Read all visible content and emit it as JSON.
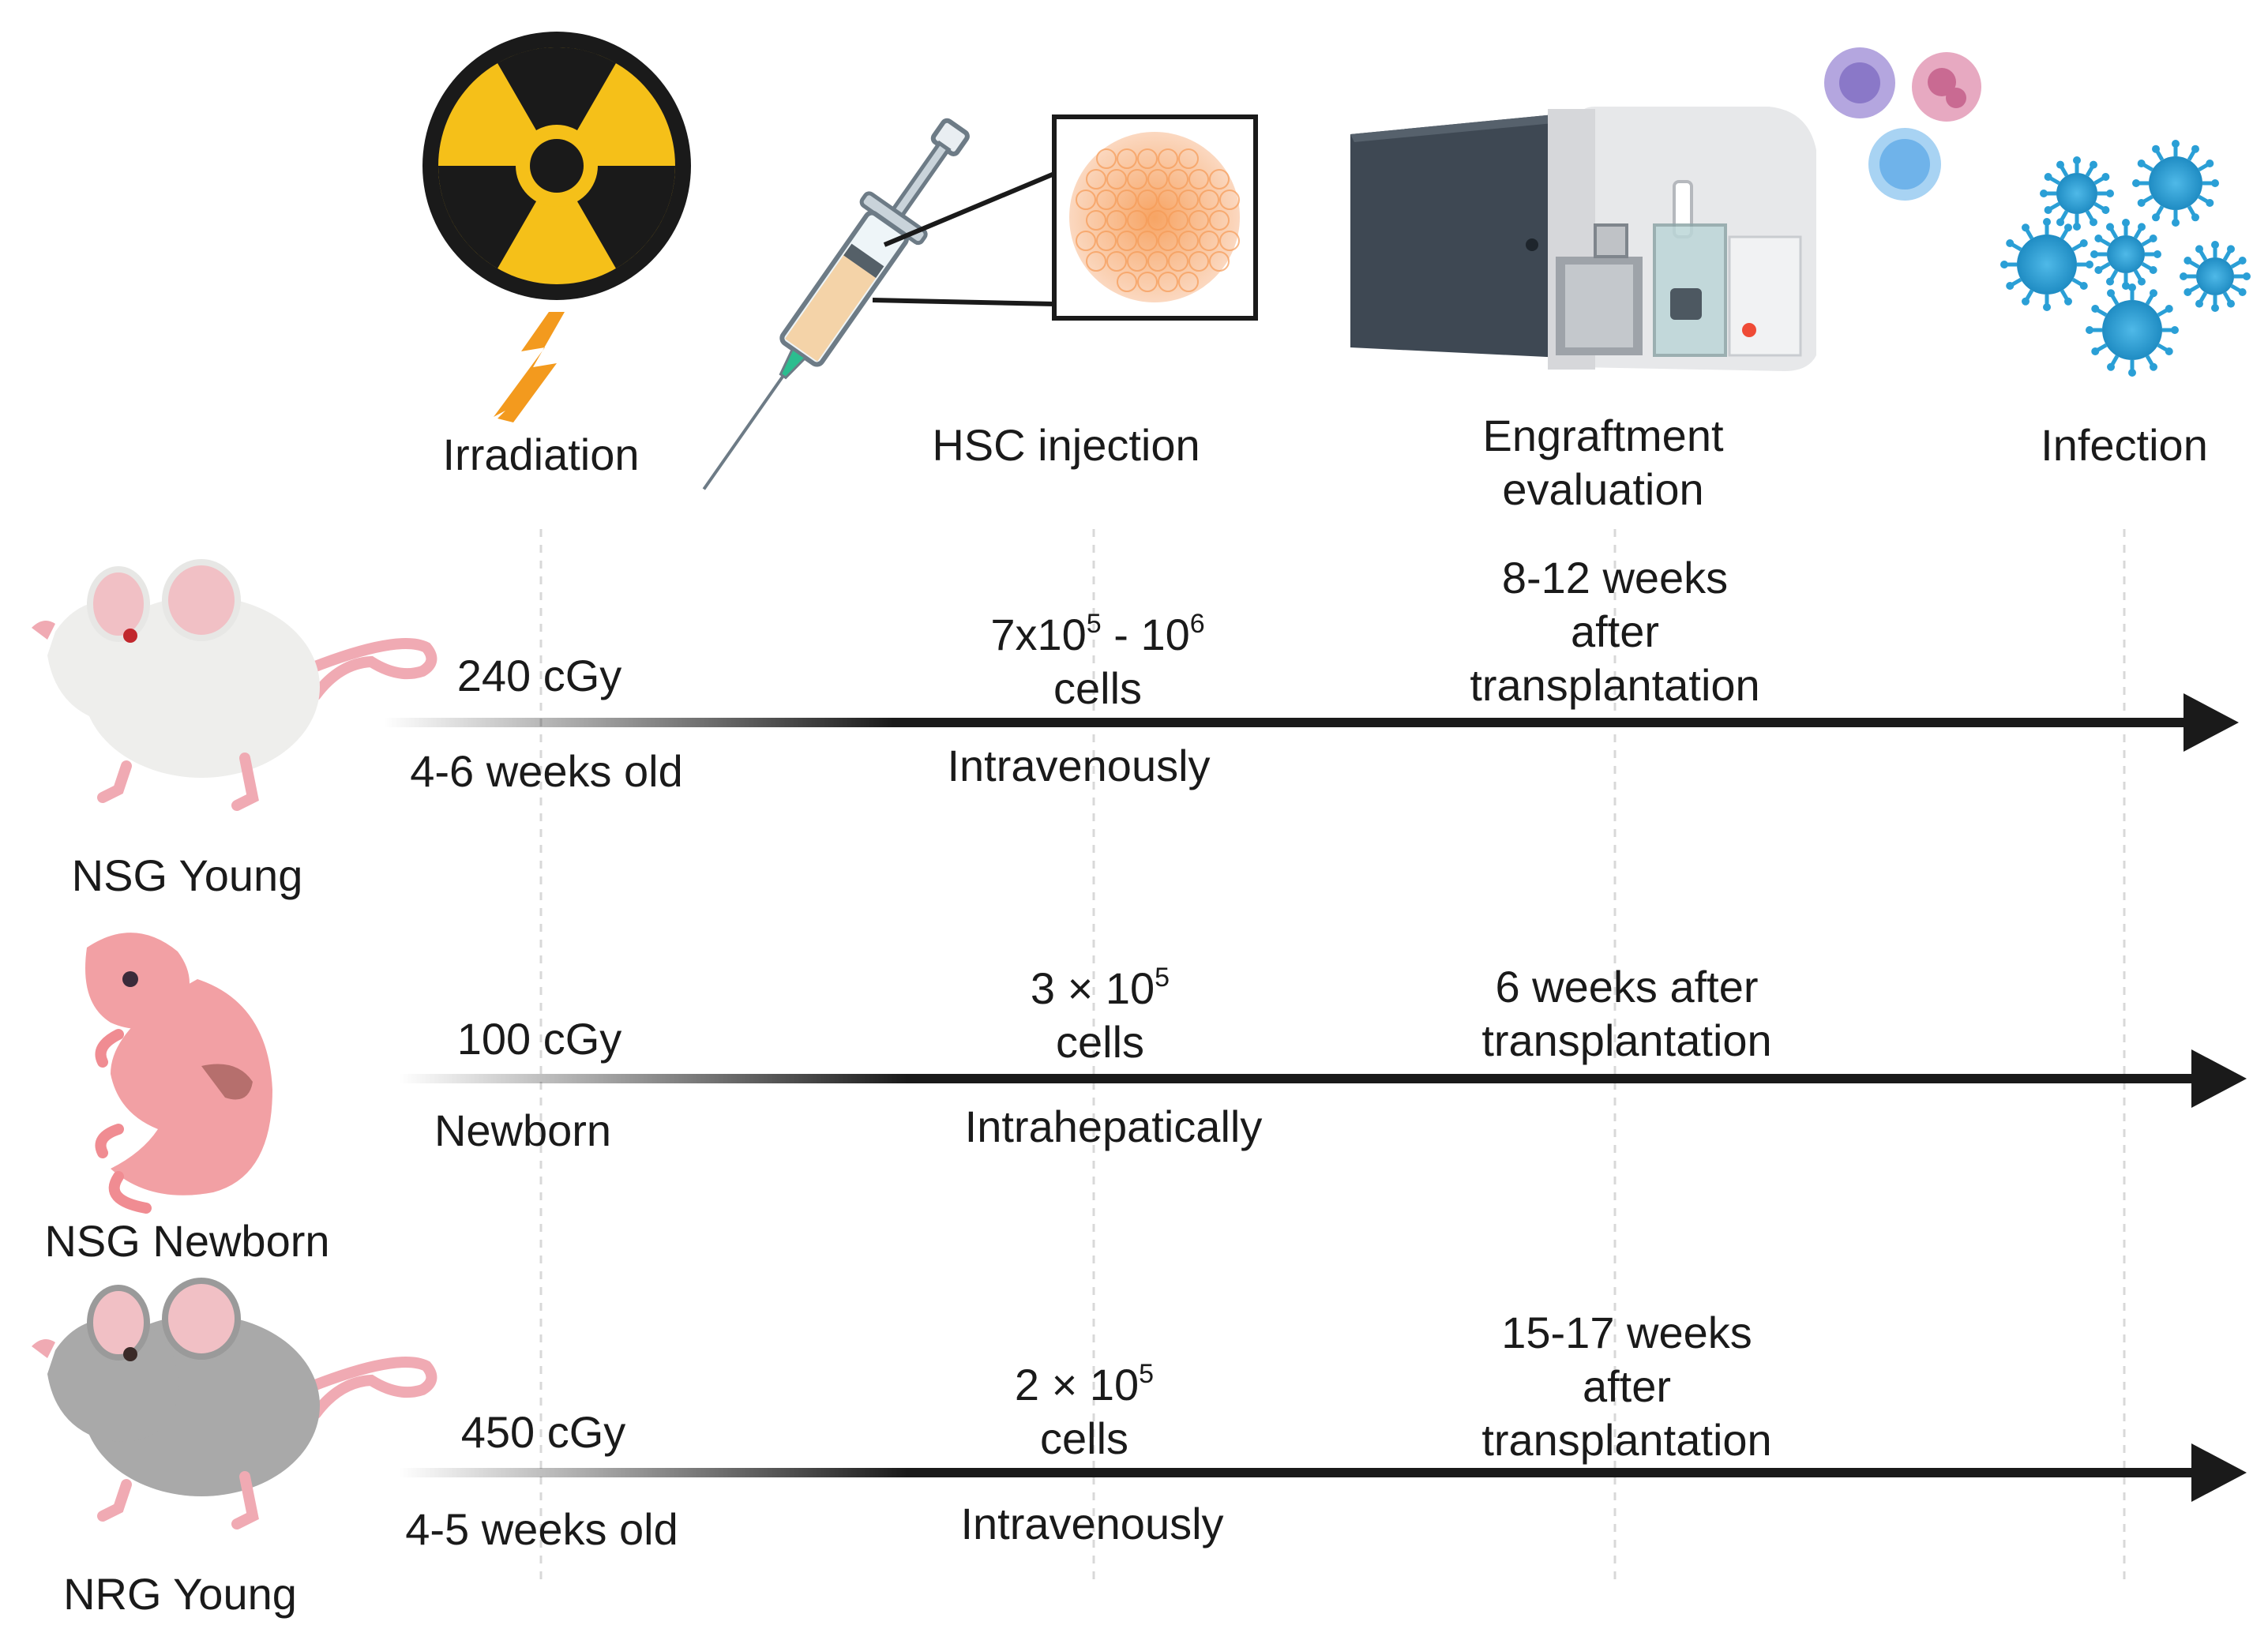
{
  "stages": [
    {
      "id": "irradiation",
      "label": "Irradiation",
      "icon": "radiation-icon"
    },
    {
      "id": "hsc",
      "label": "HSC injection",
      "icon": "syringe-icon"
    },
    {
      "id": "engraftment",
      "label_line1": "Engraftment",
      "label_line2": "evaluation",
      "icon": "flow-cytometer-icon"
    },
    {
      "id": "infection",
      "label": "Infection",
      "icon": "virus-icon"
    }
  ],
  "rows": [
    {
      "model": "NSG Young",
      "dose": "240 cGy",
      "age": "4-6 weeks old",
      "cells_base": "7x10",
      "cells_exp": "5",
      "cells_sep": " - 10",
      "cells_exp2": "6",
      "cells_unit": "cells",
      "route": "Intravenously",
      "eval_line1": "8-12 weeks",
      "eval_line2": "after",
      "eval_line3": "transplantation",
      "mouse_color": "#eeeeec"
    },
    {
      "model": "NSG Newborn",
      "dose": "100 cGy",
      "age": "Newborn",
      "cells_base": "3 × 10",
      "cells_exp": "5",
      "cells_unit": "cells",
      "route": "Intrahepatically",
      "eval_line1": "6 weeks after",
      "eval_line2": "transplantation",
      "mouse_color": "#f2a0a4"
    },
    {
      "model": "NRG Young",
      "dose": "450 cGy",
      "age": "4-5 weeks old",
      "cells_base": "2 × 10",
      "cells_exp": "5",
      "cells_unit": "cells",
      "route": "Intravenously",
      "eval_line1": "15-17 weeks",
      "eval_line2": "after",
      "eval_line3": "transplantation",
      "mouse_color": "#a9a9a9"
    }
  ],
  "colors": {
    "radiation_yellow": "#f5c019",
    "bolt_orange": "#f39a1e",
    "virus_blue": "#2a9fd6",
    "arrow": "#1a1a1a"
  }
}
